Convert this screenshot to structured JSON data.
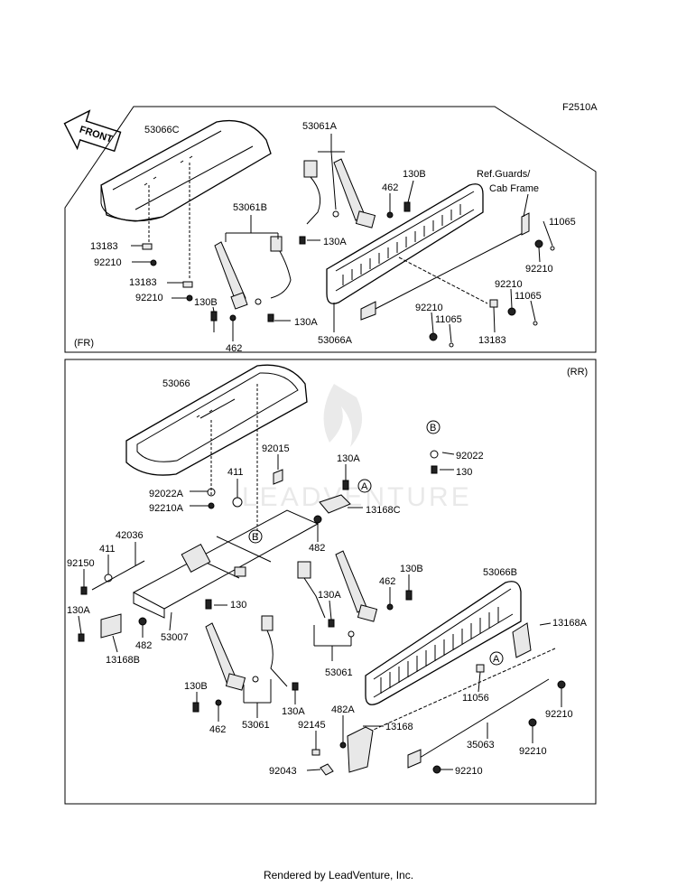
{
  "figure_code": "F2510A",
  "front_arrow_text": "FRONT",
  "section_fr": "(FR)",
  "section_rr": "(RR)",
  "callout_a": "A",
  "callout_b": "B",
  "watermark": "LEADVENTURE",
  "footer": "Rendered by LeadVenture, Inc.",
  "labels": {
    "fr_53066C": "53066C",
    "fr_53061A": "53061A",
    "fr_130B_top": "130B",
    "fr_462_top": "462",
    "fr_ref_guards": "Ref.Guards/",
    "fr_cab_frame": "Cab Frame",
    "fr_53061B": "53061B",
    "fr_11065_a": "11065",
    "fr_13183_a": "13183",
    "fr_92210_a": "92210",
    "fr_130A_a": "130A",
    "fr_92210_b": "92210",
    "fr_13183_b": "13183",
    "fr_92210_c": "92210",
    "fr_92210_d": "92210",
    "fr_11065_b": "11065",
    "fr_130B_b": "130B",
    "fr_130A_b": "130A",
    "fr_92210_e": "92210",
    "fr_11065_c": "11065",
    "fr_462_b": "462",
    "fr_53066A": "53066A",
    "fr_13183_c": "13183",
    "rr_53066": "53066",
    "rr_92022": "92022",
    "rr_130": "130",
    "rr_92015": "92015",
    "rr_130A_a": "130A",
    "rr_411_a": "411",
    "rr_92022A": "92022A",
    "rr_92210A": "92210A",
    "rr_13168C": "13168C",
    "rr_42036": "42036",
    "rr_411_b": "411",
    "rr_482_a": "482",
    "rr_92150": "92150",
    "rr_130B_a": "130B",
    "rr_53066B": "53066B",
    "rr_462_a": "462",
    "rr_130A_b": "130A",
    "rr_130_b": "130",
    "rr_130A_c": "130A",
    "rr_13168A": "13168A",
    "rr_53007": "53007",
    "rr_482_b": "482",
    "rr_13168B": "13168B",
    "rr_53061_a": "53061",
    "rr_11056": "11056",
    "rr_130B_b": "130B",
    "rr_92210_a": "92210",
    "rr_462_b": "462",
    "rr_53061_b": "53061",
    "rr_130A_d": "130A",
    "rr_482A": "482A",
    "rr_92145": "92145",
    "rr_13168": "13168",
    "rr_35063": "35063",
    "rr_92210_b": "92210",
    "rr_92043": "92043",
    "rr_92210_c": "92210"
  }
}
